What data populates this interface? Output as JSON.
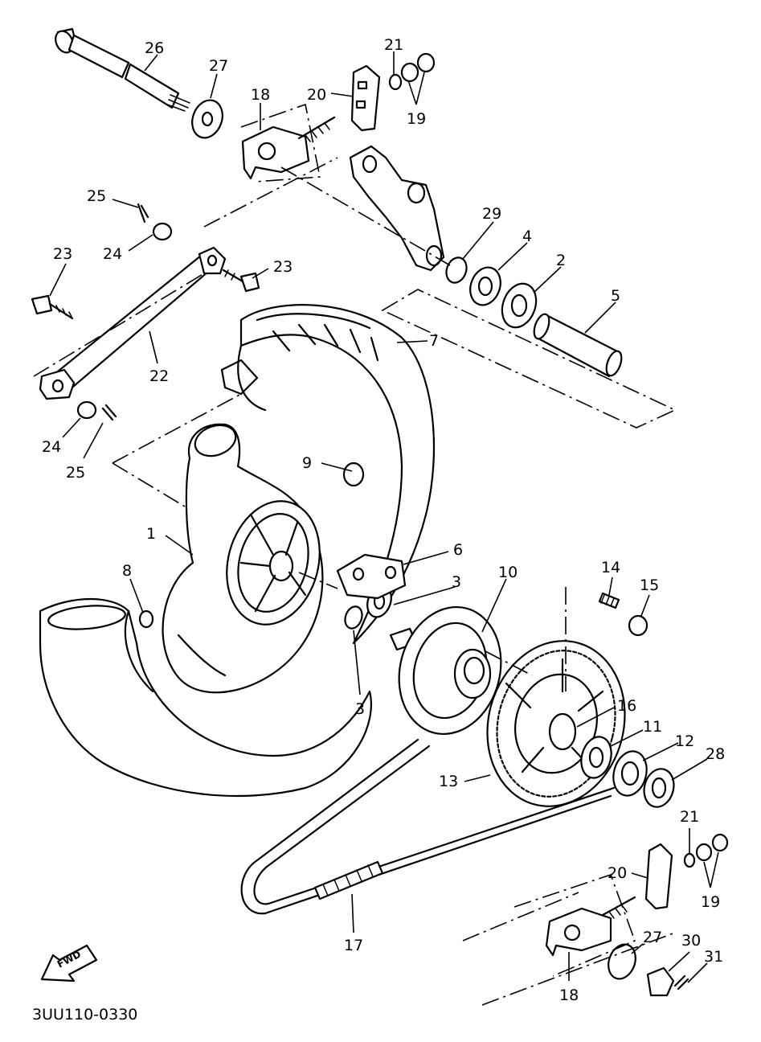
{
  "diagram_code": "3UU110-0330",
  "fwd_label": "FWD",
  "callouts": {
    "c1": "1",
    "c2": "2",
    "c3a": "3",
    "c3b": "3",
    "c4": "4",
    "c5": "5",
    "c6": "6",
    "c7": "7",
    "c8": "8",
    "c9": "9",
    "c10": "10",
    "c11": "11",
    "c12": "12",
    "c13": "13",
    "c14": "14",
    "c15": "15",
    "c16": "16",
    "c17": "17",
    "c18a": "18",
    "c18b": "18",
    "c19a": "19",
    "c19b": "19",
    "c20a": "20",
    "c20b": "20",
    "c21a": "21",
    "c21b": "21",
    "c22": "22",
    "c23a": "23",
    "c23b": "23",
    "c24a": "24",
    "c24b": "24",
    "c25a": "25",
    "c25b": "25",
    "c26": "26",
    "c27a": "27",
    "c27b": "27",
    "c28": "28",
    "c29": "29",
    "c30": "30",
    "c31": "31"
  }
}
